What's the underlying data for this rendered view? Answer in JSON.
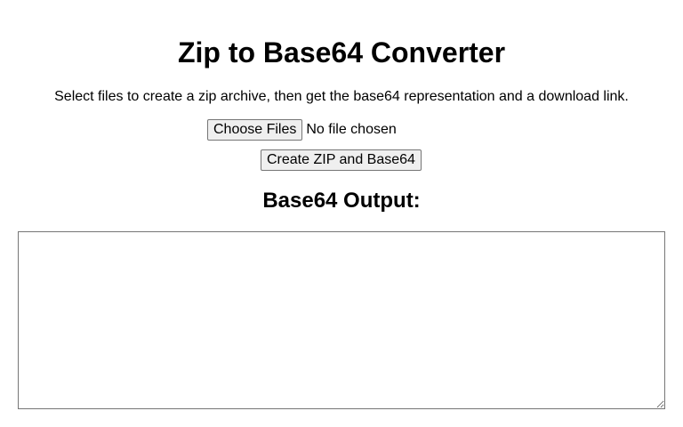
{
  "page": {
    "title": "Zip to Base64 Converter",
    "description": "Select files to create a zip archive, then get the base64 representation and a download link.",
    "file_input": {
      "button_label": "Choose Files",
      "status": "No file chosen"
    },
    "create_button_label": "Create ZIP and Base64",
    "output_heading": "Base64 Output:",
    "output_value": ""
  }
}
